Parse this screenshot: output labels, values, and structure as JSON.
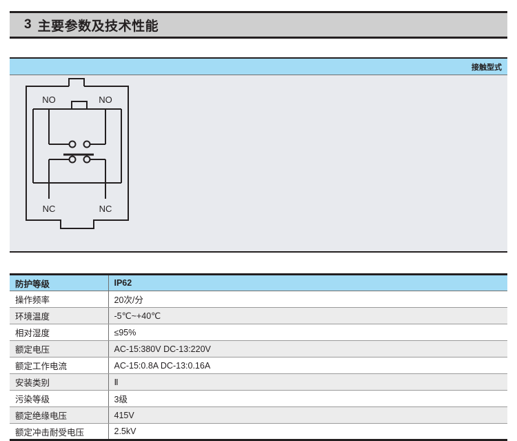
{
  "section": {
    "number": "3",
    "title": "主要参数及技术性能"
  },
  "diagram_panel": {
    "header_label": "接触型式",
    "labels": {
      "no_left": "NO",
      "no_right": "NO",
      "nc_left": "NC",
      "nc_right": "NC"
    },
    "colors": {
      "header_blue": "#a3dcf5",
      "panel_gray": "#e8eaee",
      "line": "#231f20"
    }
  },
  "spec_table": {
    "header": {
      "key": "防护等级",
      "value": "IP62"
    },
    "rows": [
      {
        "key": "操作频率",
        "value": "20次/分"
      },
      {
        "key": "环境温度",
        "value": "-5℃~+40℃"
      },
      {
        "key": "相对湿度",
        "value": "≤95%"
      },
      {
        "key": "额定电压",
        "value": "AC-15:380V  DC-13:220V"
      },
      {
        "key": "额定工作电流",
        "value": "AC-15:0.8A   DC-13:0.16A"
      },
      {
        "key": "安装类别",
        "value": "Ⅱ"
      },
      {
        "key": "污染等级",
        "value": "3级"
      },
      {
        "key": "额定绝缘电压",
        "value": "415V"
      },
      {
        "key": "额定冲击耐受电压",
        "value": "2.5kV"
      }
    ]
  }
}
